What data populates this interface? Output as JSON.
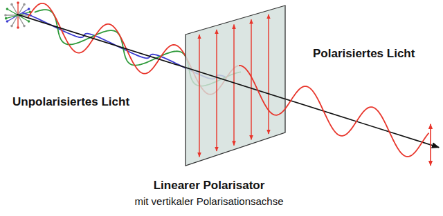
{
  "diagram": {
    "labels": [
      "Polarisiertes Licht",
      "Unpolarisiertes Licht",
      "Linearer Polarisator",
      "mit vertikaler Polarisationsachse"
    ]
  }
}
